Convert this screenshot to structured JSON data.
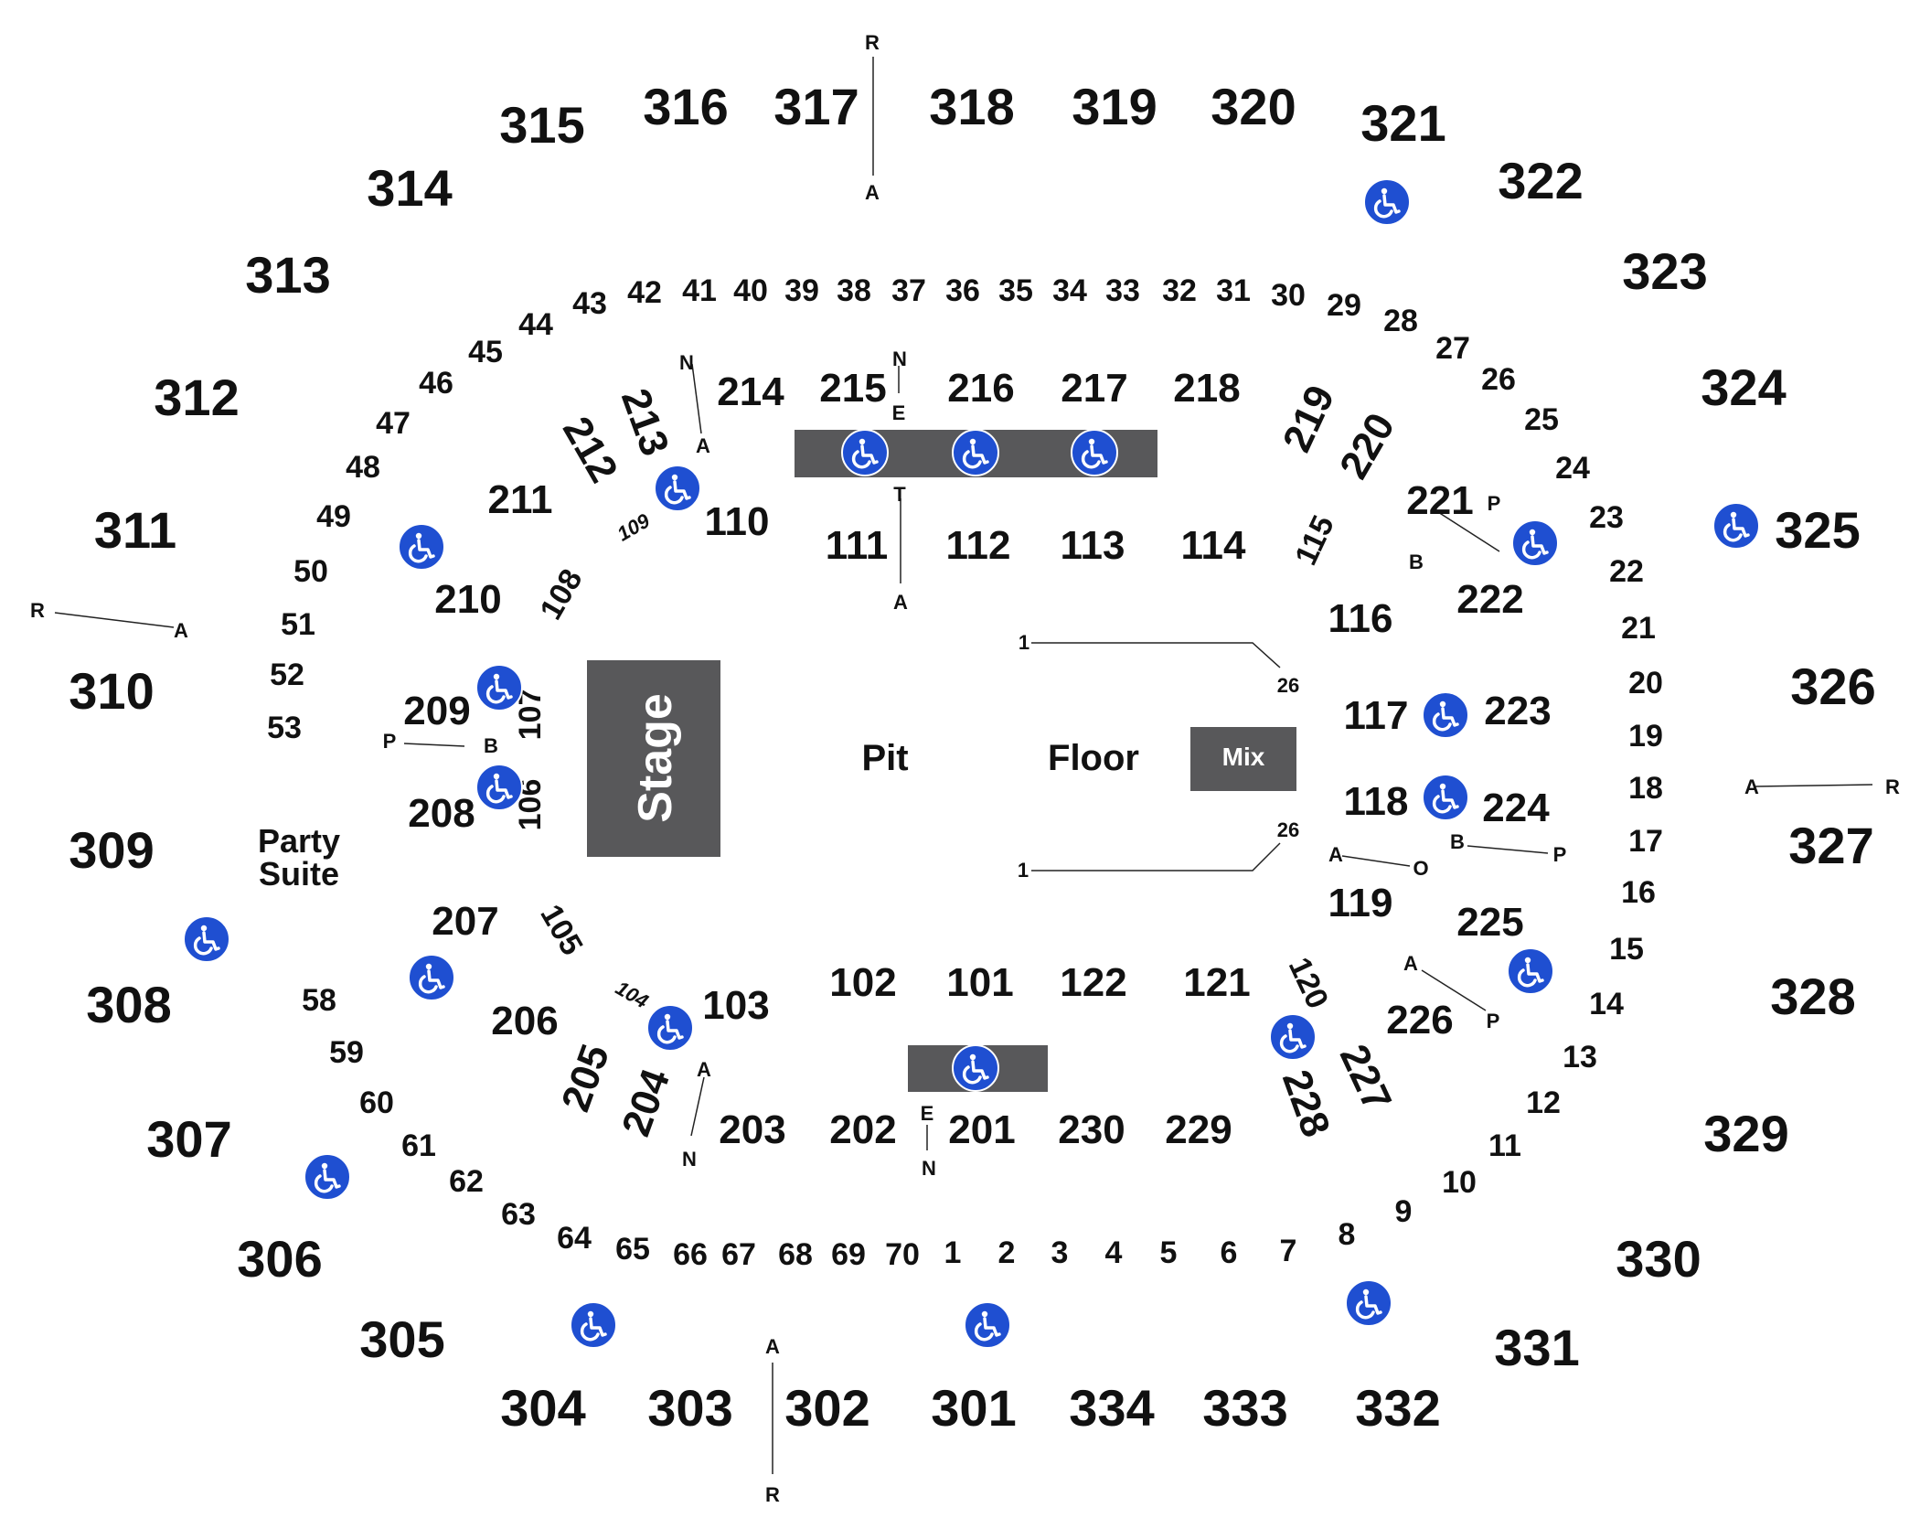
{
  "areas": {
    "stage": "Stage",
    "pit": "Pit",
    "floor": "Floor",
    "mix": "Mix",
    "party_suite_line1": "Party",
    "party_suite_line2": "Suite"
  },
  "sections_300": [
    "301",
    "302",
    "303",
    "304",
    "305",
    "306",
    "307",
    "308",
    "309",
    "310",
    "311",
    "312",
    "313",
    "314",
    "315",
    "316",
    "317",
    "318",
    "319",
    "320",
    "321",
    "322",
    "323",
    "324",
    "325",
    "326",
    "327",
    "328",
    "329",
    "330",
    "331",
    "332",
    "333",
    "334"
  ],
  "sections_200": [
    "201",
    "202",
    "203",
    "204",
    "205",
    "206",
    "207",
    "208",
    "209",
    "210",
    "211",
    "212",
    "213",
    "214",
    "215",
    "216",
    "217",
    "218",
    "219",
    "220",
    "221",
    "222",
    "223",
    "224",
    "225",
    "226",
    "227",
    "228",
    "229",
    "230"
  ],
  "sections_100": [
    "101",
    "102",
    "103",
    "104",
    "105",
    "106",
    "107",
    "108",
    "109",
    "110",
    "111",
    "112",
    "113",
    "114",
    "115",
    "116",
    "117",
    "118",
    "119",
    "120",
    "121",
    "122"
  ],
  "suites": [
    "1",
    "2",
    "3",
    "4",
    "5",
    "6",
    "7",
    "8",
    "9",
    "10",
    "11",
    "12",
    "13",
    "14",
    "15",
    "16",
    "17",
    "18",
    "19",
    "20",
    "21",
    "22",
    "23",
    "24",
    "25",
    "26",
    "27",
    "28",
    "29",
    "30",
    "31",
    "32",
    "33",
    "34",
    "35",
    "36",
    "37",
    "38",
    "39",
    "40",
    "41",
    "42",
    "43",
    "44",
    "45",
    "46",
    "47",
    "48",
    "49",
    "50",
    "51",
    "52",
    "53",
    "58",
    "59",
    "60",
    "61",
    "62",
    "63",
    "64",
    "65",
    "66",
    "67",
    "68",
    "69",
    "70"
  ],
  "row_markers": [
    "R",
    "A",
    "N",
    "A",
    "N",
    "E",
    "T",
    "A",
    "P",
    "B",
    "P",
    "B",
    "A",
    "R",
    "1",
    "26",
    "1",
    "26",
    "A",
    "O",
    "B",
    "P",
    "A",
    "P",
    "A",
    "N",
    "E",
    "N",
    "A",
    "R"
  ],
  "accessible_icon": "wheelchair-icon",
  "colors": {
    "block": "#58585a",
    "accessible": "#1f4fd1",
    "text": "#111111"
  }
}
